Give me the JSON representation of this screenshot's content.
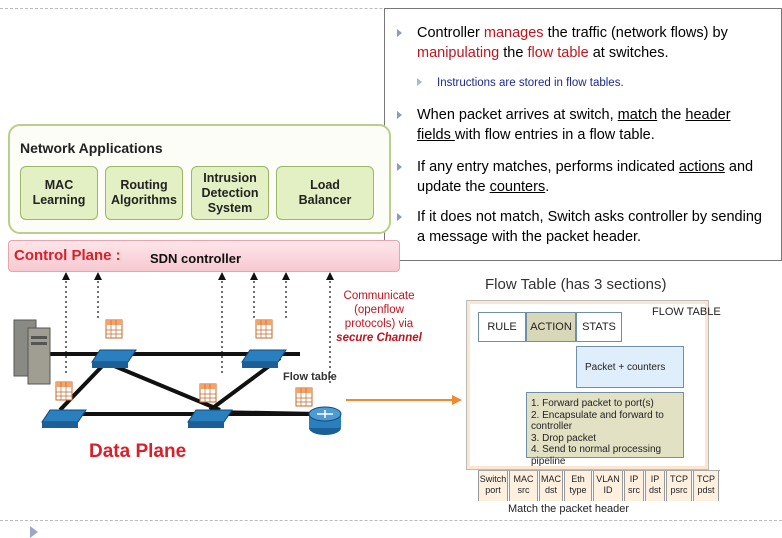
{
  "bullets": [
    {
      "level": 1,
      "parts": [
        {
          "t": "Controller "
        },
        {
          "t": "manages",
          "style": "red"
        },
        {
          "t": " the traffic (network flows) by "
        },
        {
          "t": "manipulating",
          "style": "red"
        },
        {
          "t": " the "
        },
        {
          "t": "flow table",
          "style": "red"
        },
        {
          "t": " at switches."
        }
      ]
    },
    {
      "level": 2,
      "parts": [
        {
          "t": "Instructions are stored in flow tables."
        }
      ]
    },
    {
      "level": 1,
      "parts": [
        {
          "t": "When packet arrives at switch, "
        },
        {
          "t": "match",
          "style": "u"
        },
        {
          "t": " the "
        },
        {
          "t": "header fields ",
          "style": "u"
        },
        {
          "t": "with flow entries in a flow table."
        }
      ]
    },
    {
      "level": 1,
      "parts": [
        {
          "t": "If any entry matches, performs indicated "
        },
        {
          "t": "actions",
          "style": "u"
        },
        {
          "t": " and update the "
        },
        {
          "t": "counters",
          "style": "u"
        },
        {
          "t": "."
        }
      ]
    },
    {
      "level": 1,
      "parts": [
        {
          "t": "If it does not match, Switch asks controller by sending a message with the packet header."
        }
      ]
    }
  ],
  "network_apps": {
    "title": "Network Applications",
    "apps": [
      "MAC\nLearning",
      "Routing\nAlgorithms",
      "Intrusion\nDetection\nSystem",
      "Load\nBalancer"
    ]
  },
  "control_plane": {
    "label": "Control Plane :",
    "sub": "SDN controller"
  },
  "communicate": {
    "line1": "Communicate",
    "line2": "(openflow",
    "line3": "protocols) via",
    "line4": "secure Channel"
  },
  "flow_table_label": "Flow table",
  "data_plane": "Data Plane",
  "flow_table": {
    "title": "Flow Table (has 3 sections)",
    "name": "FLOW TABLE",
    "tabs": [
      "RULE",
      "ACTION",
      "STATS"
    ],
    "stats_box": "Packet + counters",
    "actions": [
      "1.   Forward packet to port(s)",
      "2.   Encapsulate and forward to controller",
      "3.   Drop packet",
      "4.   Send to normal processing pipeline"
    ],
    "header_fields": [
      "Switch\nport",
      "MAC\nsrc",
      "MAC\ndst",
      "Eth\ntype",
      "VLAN\nID",
      "IP\nsrc",
      "IP\ndst",
      "TCP\npsrc",
      "TCP\npdst"
    ],
    "match_caption": "Match the packet header"
  },
  "colors": {
    "red": "#d8202a",
    "green_border": "#b9cf8a",
    "orange_arrow": "#f08a2c",
    "switch_blue": "#2a7fbf"
  }
}
